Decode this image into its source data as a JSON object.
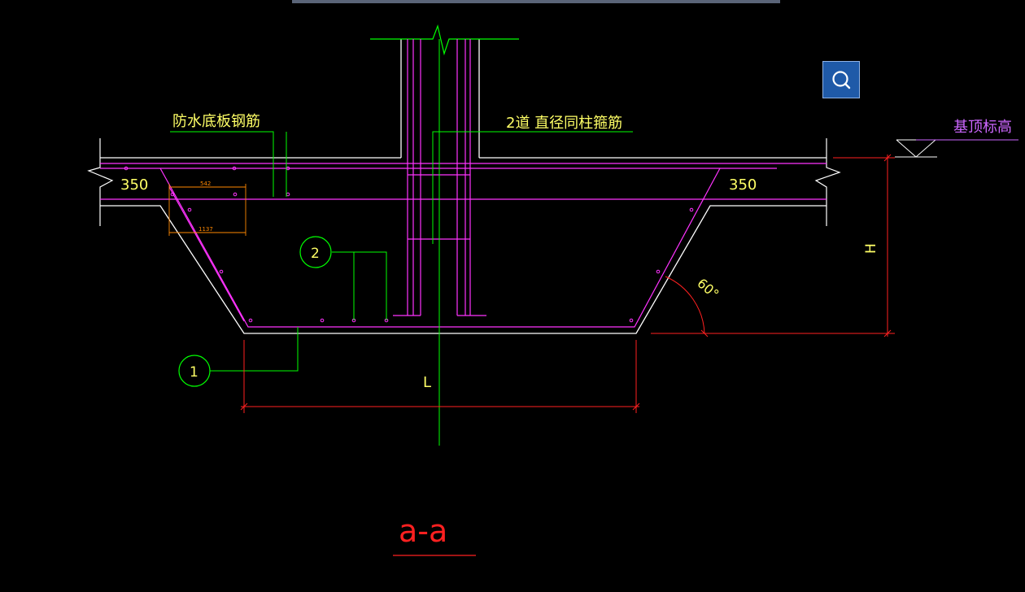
{
  "toolbar": {
    "search_icon": "search-icon"
  },
  "drawing": {
    "labels": {
      "waterproof_rebar": "防水底板钢筋",
      "stirrup_note": "2道 直径同柱箍筋",
      "foundation_top_elevation": "基顶标高",
      "slab_thickness_left": "350",
      "slab_thickness_right": "350",
      "dim_small_1": "542",
      "dim_small_2": "1137",
      "height_symbol": "H",
      "length_symbol": "L",
      "angle": "60°",
      "callout_1": "1",
      "callout_2": "2",
      "section_title": "a-a"
    },
    "colors": {
      "background": "#000000",
      "outline": "#ffffff",
      "rebar": "#ff33ff",
      "leader": "#00ff00",
      "dimension": "#ff2020",
      "text": "#ffff66",
      "small_dim": "#ff8800",
      "elevation": "#cc66ff"
    }
  }
}
